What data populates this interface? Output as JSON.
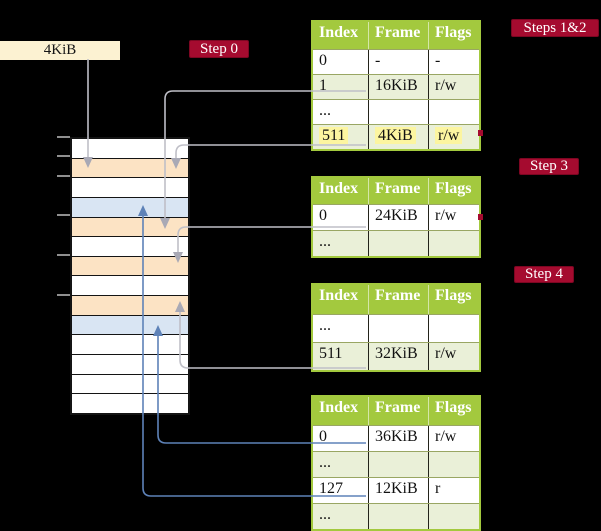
{
  "title_box": {
    "label": "4KiB"
  },
  "steps": {
    "step0": "Step 0",
    "steps12": "Steps 1&2",
    "step3": "Step 3",
    "step4": "Step 4"
  },
  "memory_column": {
    "row_colors": [
      "white",
      "orange",
      "white",
      "blue",
      "orange",
      "white",
      "orange",
      "white",
      "orange",
      "blue",
      "white",
      "white",
      "white",
      "white"
    ]
  },
  "page_tables": [
    {
      "id": "page-table-steps-1-2",
      "headers": [
        "Index",
        "Frame",
        "Flags"
      ],
      "rows": [
        {
          "index": "0",
          "frame": "-",
          "flags": "-",
          "shaded": false,
          "highlighted": false
        },
        {
          "index": "1",
          "frame": "16KiB",
          "flags": "r/w",
          "shaded": true,
          "highlighted": false
        },
        {
          "index": "...",
          "frame": "",
          "flags": "",
          "shaded": false,
          "highlighted": false
        },
        {
          "index": "511",
          "frame": "4KiB",
          "flags": "r/w",
          "shaded": true,
          "highlighted": true
        }
      ]
    },
    {
      "id": "page-table-step-3",
      "headers": [
        "Index",
        "Frame",
        "Flags"
      ],
      "rows": [
        {
          "index": "0",
          "frame": "24KiB",
          "flags": "r/w",
          "shaded": false,
          "highlighted": false
        },
        {
          "index": "...",
          "frame": "",
          "flags": "",
          "shaded": true,
          "highlighted": false
        }
      ]
    },
    {
      "id": "page-table-step-4a",
      "headers": [
        "Index",
        "Frame",
        "Flags"
      ],
      "rows": [
        {
          "index": "...",
          "frame": "",
          "flags": "",
          "shaded": false,
          "highlighted": false
        },
        {
          "index": "511",
          "frame": "32KiB",
          "flags": "r/w",
          "shaded": true,
          "highlighted": false
        }
      ]
    },
    {
      "id": "page-table-step-4b",
      "headers": [
        "Index",
        "Frame",
        "Flags"
      ],
      "rows": [
        {
          "index": "0",
          "frame": "36KiB",
          "flags": "r/w",
          "shaded": false,
          "highlighted": false
        },
        {
          "index": "...",
          "frame": "",
          "flags": "",
          "shaded": true,
          "highlighted": false
        },
        {
          "index": "127",
          "frame": "12KiB",
          "flags": "r",
          "shaded": false,
          "highlighted": false
        },
        {
          "index": "...",
          "frame": "",
          "flags": "",
          "shaded": true,
          "highlighted": false
        }
      ]
    }
  ],
  "colors": {
    "background": "#000000",
    "step_badge": "#A50B2F",
    "table_header_green": "#A3C93E",
    "table_row_shade": "#EAF0D8",
    "text_highlight_yellow": "#FCF5A0",
    "memory_frame_orange": "#FCE3C4",
    "memory_frame_blue": "#D9E5F3",
    "arrow_gray": "#BFBFC7",
    "arrow_blue": "#5E82B8",
    "size_box_cream": "#FCF2D2"
  }
}
